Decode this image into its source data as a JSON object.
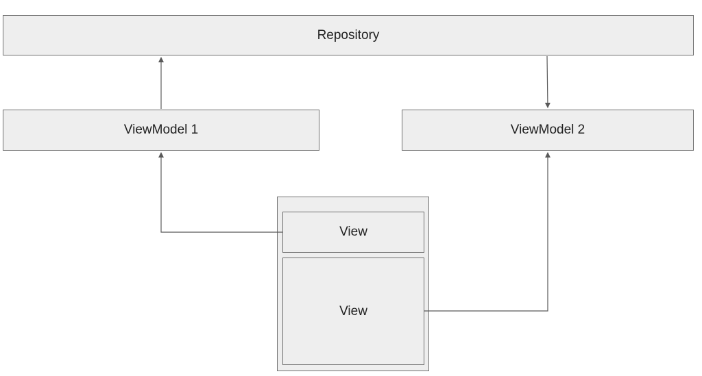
{
  "diagram": {
    "nodes": {
      "repository": "Repository",
      "viewmodel1": "ViewModel 1",
      "viewmodel2": "ViewModel 2",
      "view_top": "View",
      "view_bottom": "View"
    },
    "edges": [
      {
        "from": "ViewModel 1",
        "to": "Repository"
      },
      {
        "from": "Repository",
        "to": "ViewModel 2"
      },
      {
        "from": "View (top)",
        "to": "ViewModel 1"
      },
      {
        "from": "View (bottom)",
        "to": "ViewModel 2"
      }
    ],
    "colors": {
      "box_fill": "#eeeeee",
      "box_border": "#6f6f6f",
      "connector": "#595959",
      "text": "#1f1f1f"
    }
  }
}
